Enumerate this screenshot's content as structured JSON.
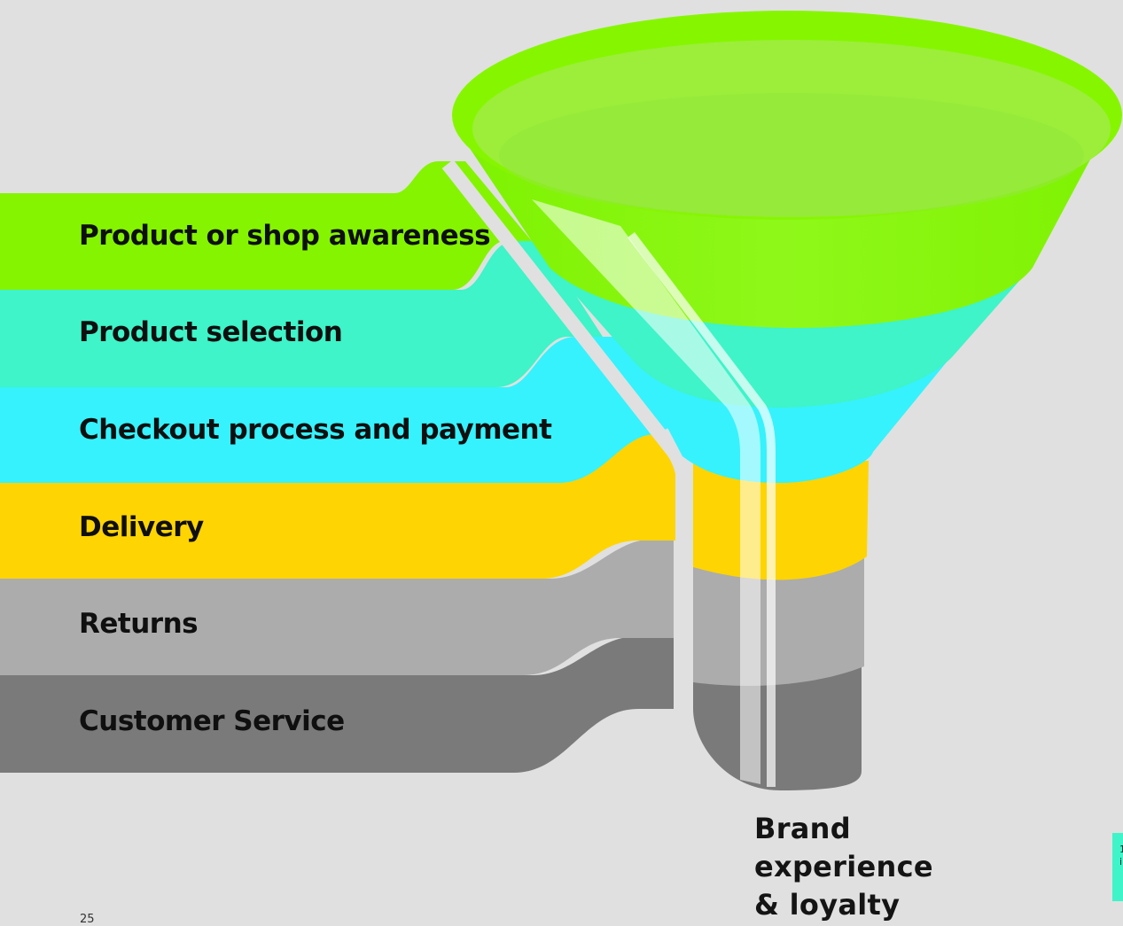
{
  "stages": [
    {
      "label": "Product or shop awareness",
      "color": "#84f400"
    },
    {
      "label": "Product selection",
      "color": "#3ef4c8"
    },
    {
      "label": "Checkout process and payment",
      "color": "#36f2fc"
    },
    {
      "label": "Delivery",
      "color": "#fed403"
    },
    {
      "label": "Returns",
      "color": "#acacac"
    },
    {
      "label": "Customer Service",
      "color": "#7a7a7a"
    }
  ],
  "outcome": {
    "line1": "Brand",
    "line2": "experience",
    "line3": "& loyalty"
  },
  "page_number": "25",
  "side_tab_text": "1 i"
}
